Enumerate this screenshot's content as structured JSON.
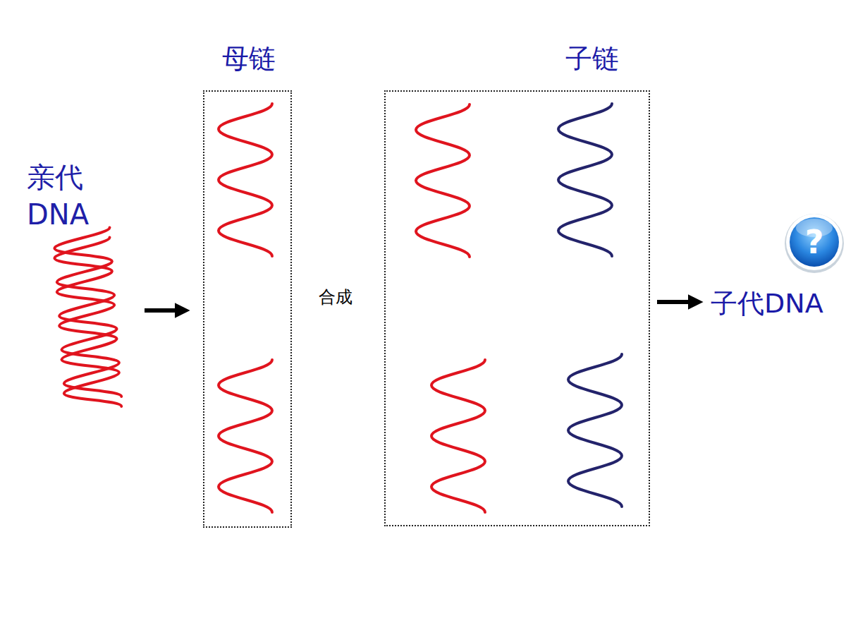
{
  "diagram": {
    "nodes": [
      {
        "text": [
          "亲代 DNA"
        ]
      },
      {
        "text": [
          "母链"
        ]
      },
      {
        "text": [
          "子链"
        ]
      },
      {
        "text": [
          "子代DNA"
        ]
      }
    ],
    "edges": [
      {
        "from": 0,
        "to": 1,
        "arrow": "to"
      },
      {
        "from": 2,
        "to": 3,
        "arrow": "to"
      }
    ],
    "labels": [
      "合成",
      "?"
    ]
  }
}
